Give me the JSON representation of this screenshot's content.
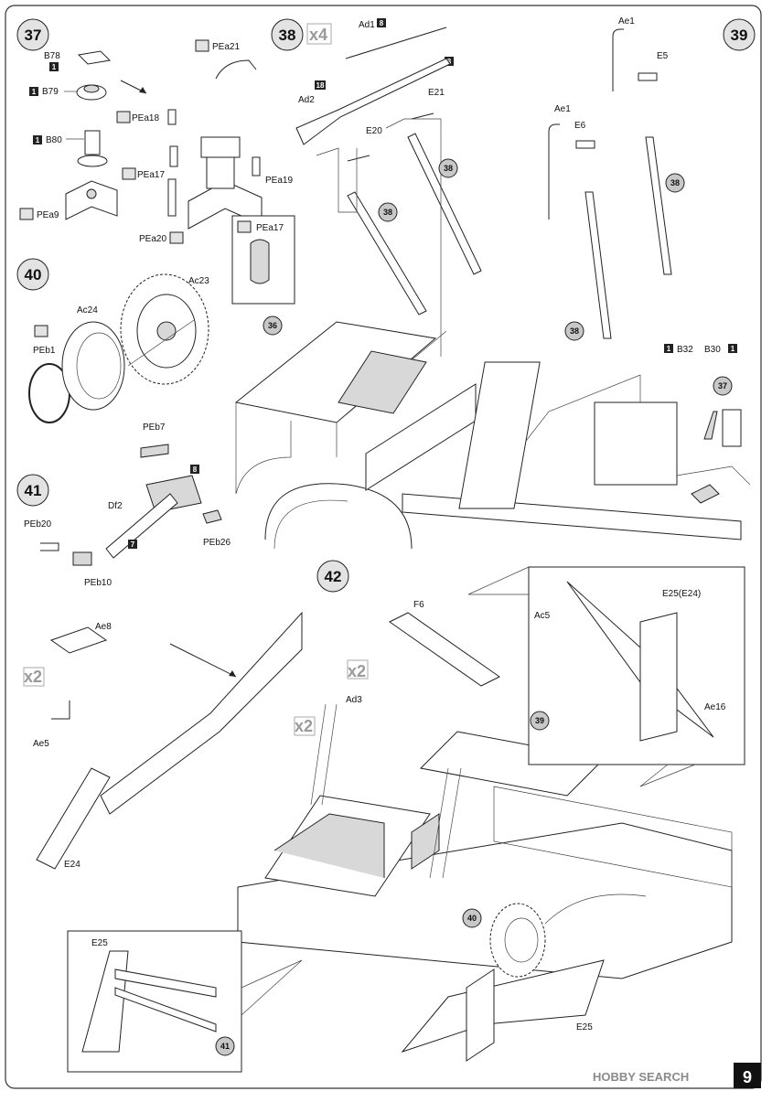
{
  "page_number": "9",
  "watermark": "HOBBY SEARCH",
  "steps": {
    "s37": {
      "number": "37",
      "labels": [
        "B78",
        "B79",
        "B80",
        "PEa21",
        "PEa18",
        "PEa17",
        "PEa19",
        "PEa9",
        "PEa20"
      ],
      "callout": "PEa17"
    },
    "s38": {
      "number": "38",
      "multiplier": "x4",
      "labels": [
        "Ad1",
        "Ad2",
        "E20",
        "E21"
      ]
    },
    "s39": {
      "number": "39",
      "labels": [
        "Ae1",
        "E5",
        "Ae1",
        "E6",
        "B32",
        "B30"
      ]
    },
    "s40": {
      "number": "40",
      "labels": [
        "Ac23",
        "Ac24",
        "PEb1"
      ]
    },
    "s41": {
      "number": "41",
      "labels": [
        "PEb7",
        "Df2",
        "PEb20",
        "PEb26",
        "PEb10"
      ]
    },
    "s42": {
      "number": "42",
      "labels": [
        "F6",
        "Ae8",
        "Ad3",
        "Ae5",
        "E24",
        "E25",
        "E25(E24)",
        "Ac5",
        "Ae16",
        "E25"
      ],
      "multipliers": [
        "x2",
        "x2",
        "x2"
      ]
    }
  },
  "refs": [
    "38",
    "38",
    "38",
    "38",
    "36",
    "37",
    "39",
    "40",
    "41"
  ],
  "part_badges": {
    "b1": "1",
    "b8": "8",
    "b18": "18",
    "b7": "7"
  }
}
